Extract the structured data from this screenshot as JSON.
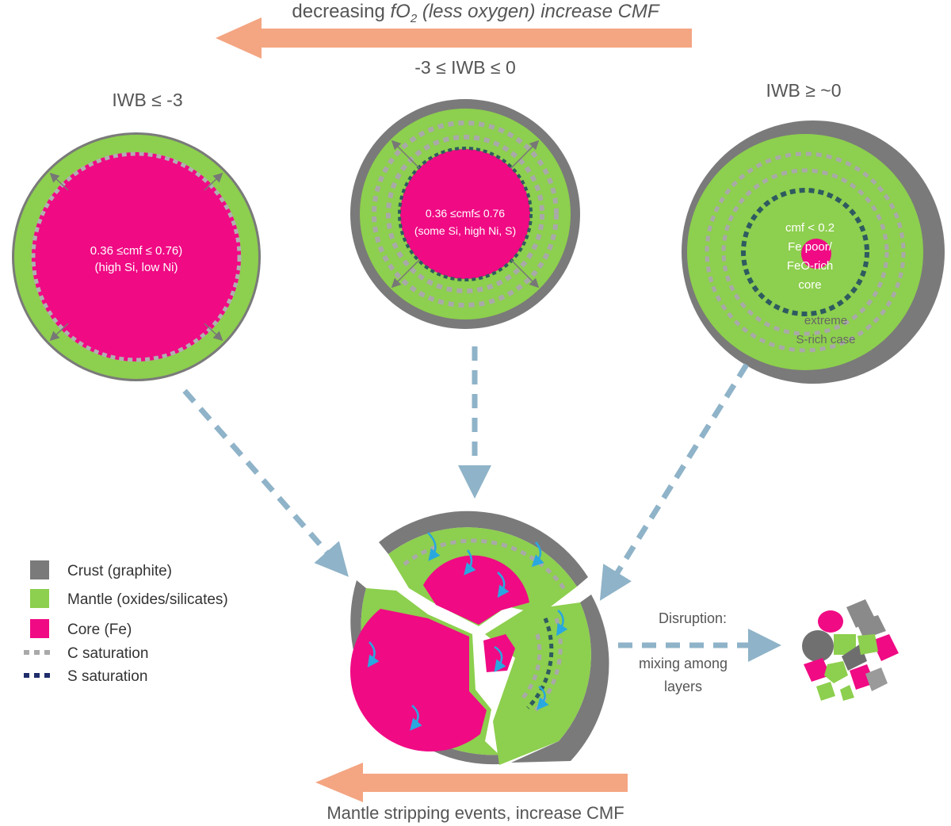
{
  "colors": {
    "crust": "#7a7a7a",
    "mantle": "#8dcf4e",
    "core": "#f00a84",
    "arrow_orange": "#f4a582",
    "arrow_blue": "#8fb3c8",
    "c_saturation": "#a9a9a9",
    "s_saturation": "#2e5a60",
    "swirl": "#29a8e0",
    "text": "#555555"
  },
  "top_arrow": {
    "prefix": "decreasing ",
    "f_label": "fO",
    "subscript": "2",
    "suffix": " (less oxygen) increase CMF"
  },
  "bottom_arrow": {
    "label": "Mantle stripping events, increase CMF"
  },
  "planets": {
    "left": {
      "title": "IWB ≤ -3",
      "line1": "0.36 ≤cmf ≤ 0.76)",
      "line2": "(high Si, low Ni)"
    },
    "middle": {
      "title": "-3 ≤ IWB ≤ 0",
      "line1": "0.36 ≤cmf≤ 0.76",
      "line2": "(some Si, high Ni, S)"
    },
    "right": {
      "title": "IWB ≥ ~0",
      "line1": "cmf < 0.2",
      "line2": "Fe poor/",
      "line3": "FeO-rich",
      "line4": "core",
      "note1": "extreme",
      "note2": "S-rich case"
    }
  },
  "legend": {
    "items": [
      {
        "label": "Crust (graphite)",
        "icon": "crust-swatch"
      },
      {
        "label": "Mantle (oxides/silicates)",
        "icon": "mantle-swatch"
      },
      {
        "label": "Core (Fe)",
        "icon": "core-swatch"
      },
      {
        "label": "C saturation",
        "icon": "c-saturation-dash"
      },
      {
        "label": "S saturation",
        "icon": "s-saturation-dash"
      }
    ]
  },
  "disruption": {
    "line1": "Disruption:",
    "line2": "mixing among",
    "line3": "layers"
  }
}
